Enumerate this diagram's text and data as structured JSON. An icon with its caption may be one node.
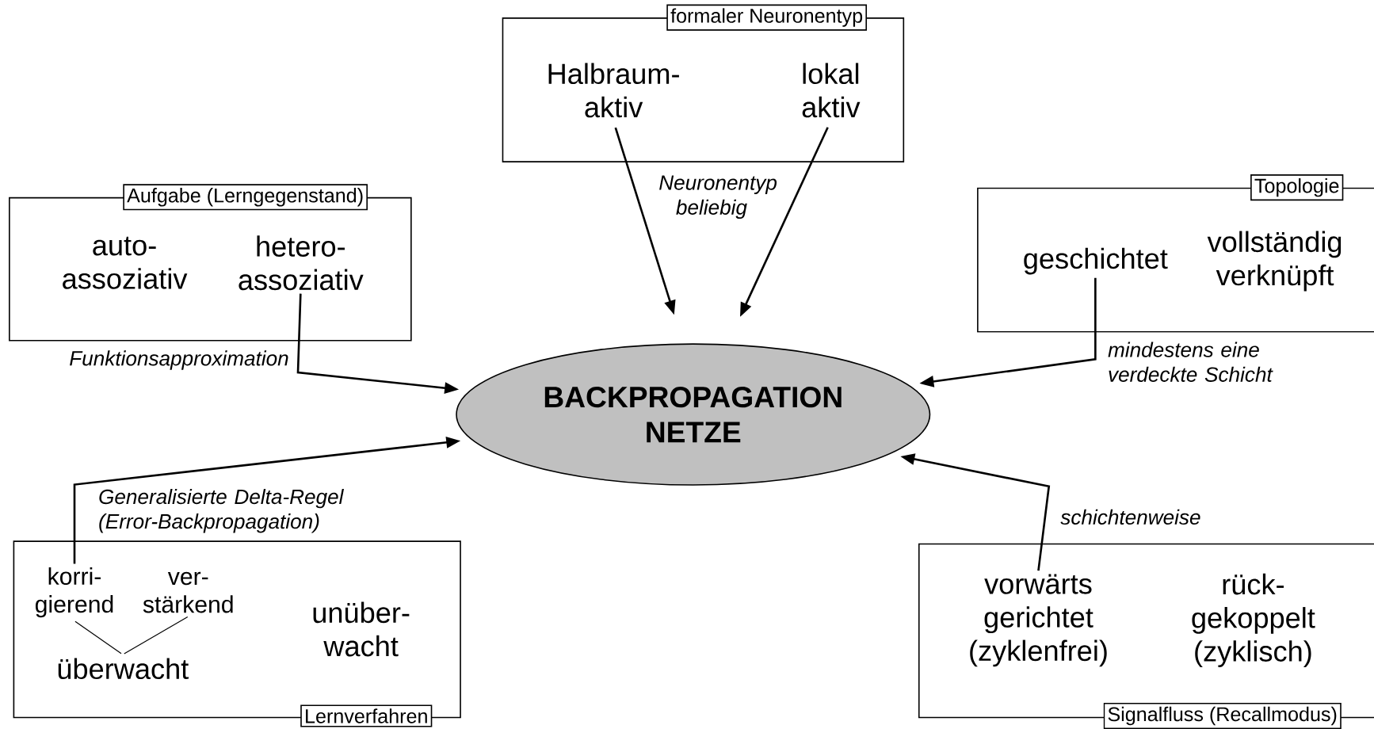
{
  "diagram": {
    "nodes": [
      {
        "text": [
          "formaler Neuronentyp"
        ]
      },
      {
        "text": [
          "Halbraum- aktiv"
        ],
        "in": 0
      },
      {
        "text": [
          "lokal aktiv"
        ],
        "in": 0
      },
      {
        "text": [
          "Aufgabe (Lerngegenstand)"
        ]
      },
      {
        "text": [
          "auto- assoziativ"
        ],
        "in": 3
      },
      {
        "text": [
          "hetero- assoziativ"
        ],
        "in": 3
      },
      {
        "text": [
          "Topologie"
        ]
      },
      {
        "text": [
          "geschichtet"
        ],
        "in": 6
      },
      {
        "text": [
          "vollständig verknüpft"
        ],
        "in": 6
      },
      {
        "text": [
          "BACKPROPAGATION NETZE"
        ]
      },
      {
        "text": [
          "Lernverfahren"
        ]
      },
      {
        "text": [
          "korri- gierend"
        ],
        "in": 10
      },
      {
        "text": [
          "ver- stärkend"
        ],
        "in": 10
      },
      {
        "text": [
          "überwacht"
        ],
        "in": 10
      },
      {
        "text": [
          "unüber- wacht"
        ],
        "in": 10
      },
      {
        "text": [
          "Signalfluss (Recallmodus)"
        ]
      },
      {
        "text": [
          "vorwärts gerichtet (zyklenfrei)"
        ],
        "in": 15
      },
      {
        "text": [
          "rück- gekoppelt (zyklisch)"
        ],
        "in": 15
      }
    ],
    "edges": [
      {
        "from": 1,
        "to": 9,
        "arrow": "to",
        "label": "Neuronentyp beliebig"
      },
      {
        "from": 2,
        "to": 9,
        "arrow": "to"
      },
      {
        "from": 5,
        "to": 9,
        "arrow": "to",
        "label": "Funktionsapproximation"
      },
      {
        "from": 7,
        "to": 9,
        "arrow": "to",
        "label": "mindestens eine verdeckte Schicht"
      },
      {
        "from": 11,
        "to": 9,
        "arrow": "to",
        "label": "Generalisierte Delta-Regel (Error-Backpropagation)"
      },
      {
        "from": 16,
        "to": 9,
        "arrow": "to",
        "label": "schichtenweise"
      },
      {
        "from": 11,
        "to": 13,
        "arrow": "none"
      },
      {
        "from": 12,
        "to": 13,
        "arrow": "none"
      }
    ]
  }
}
